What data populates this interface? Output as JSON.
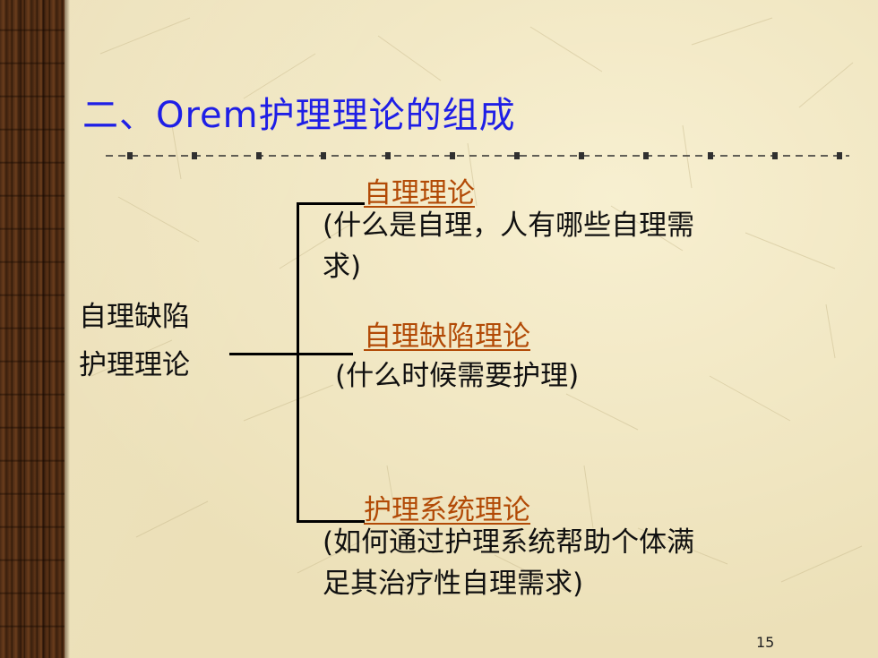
{
  "slide": {
    "title": "二、Orem护理理论的组成",
    "left_label_line1": "自理缺陷",
    "left_label_line2": "护理理论",
    "branches": [
      {
        "name": "自理理论",
        "desc_line1": "(什么是自理，人有哪些自理需",
        "desc_line2": "求)"
      },
      {
        "name": "自理缺陷理论",
        "desc_line1": "(什么时候需要护理)"
      },
      {
        "name": "护理系统理论",
        "desc_line1": "(如何通过护理系统帮助个体满",
        "desc_line2": "足其治疗性自理需求)"
      }
    ],
    "page_number": "15"
  },
  "colors": {
    "title": "#1f1fe6",
    "topic": "#b24a06",
    "text": "#101010",
    "background": "#ece0b8",
    "sidebar": "#4a2a14"
  }
}
